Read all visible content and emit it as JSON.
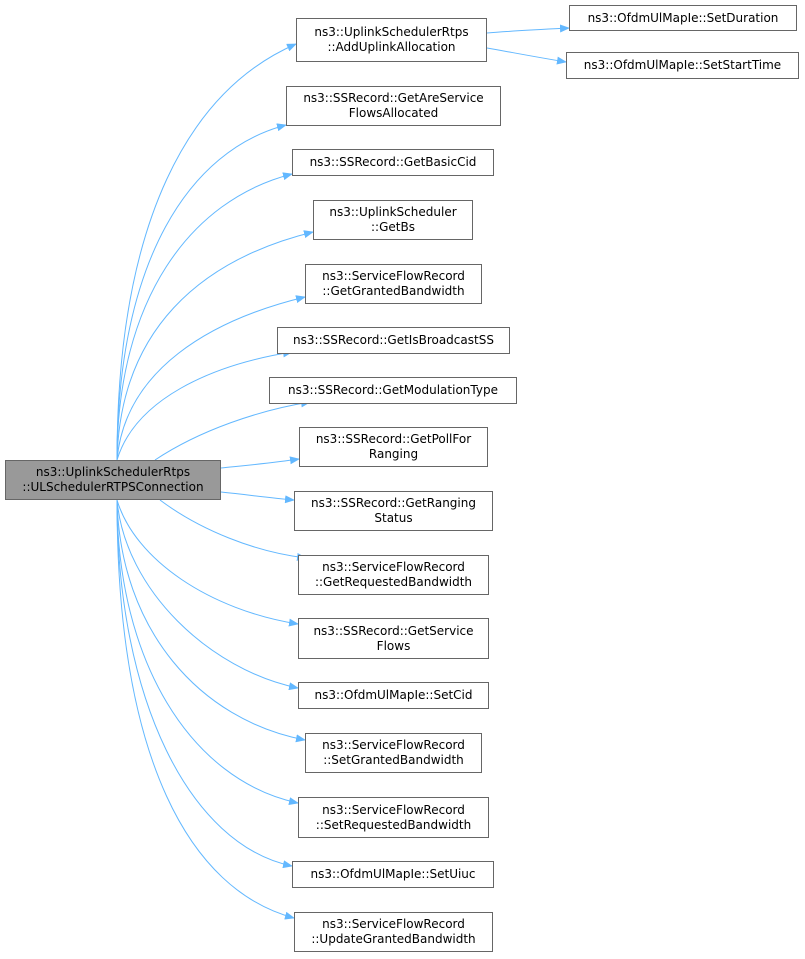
{
  "colors": {
    "edge": "#63b8ff",
    "root_fill": "#999999",
    "node_fill": "#ffffff",
    "node_border": "#666666"
  },
  "root": {
    "line1": "ns3::UplinkSchedulerRtps",
    "line2": "::ULSchedulerRTPSConnection"
  },
  "callees": [
    {
      "line1": "ns3::UplinkSchedulerRtps",
      "line2": "::AddUplinkAllocation"
    },
    {
      "line1": "ns3::SSRecord::GetAreService",
      "line2": "FlowsAllocated"
    },
    {
      "line1": "ns3::SSRecord::GetBasicCid",
      "line2": ""
    },
    {
      "line1": "ns3::UplinkScheduler",
      "line2": "::GetBs"
    },
    {
      "line1": "ns3::ServiceFlowRecord",
      "line2": "::GetGrantedBandwidth"
    },
    {
      "line1": "ns3::SSRecord::GetIsBroadcastSS",
      "line2": ""
    },
    {
      "line1": "ns3::SSRecord::GetModulationType",
      "line2": ""
    },
    {
      "line1": "ns3::SSRecord::GetPollFor",
      "line2": "Ranging"
    },
    {
      "line1": "ns3::SSRecord::GetRanging",
      "line2": "Status"
    },
    {
      "line1": "ns3::ServiceFlowRecord",
      "line2": "::GetRequestedBandwidth"
    },
    {
      "line1": "ns3::SSRecord::GetService",
      "line2": "Flows"
    },
    {
      "line1": "ns3::OfdmUlMapIe::SetCid",
      "line2": ""
    },
    {
      "line1": "ns3::ServiceFlowRecord",
      "line2": "::SetGrantedBandwidth"
    },
    {
      "line1": "ns3::ServiceFlowRecord",
      "line2": "::SetRequestedBandwidth"
    },
    {
      "line1": "ns3::OfdmUlMapIe::SetUiuc",
      "line2": ""
    },
    {
      "line1": "ns3::ServiceFlowRecord",
      "line2": "::UpdateGrantedBandwidth"
    }
  ],
  "second_level": [
    {
      "line1": "ns3::OfdmUlMapIe::SetDuration",
      "line2": ""
    },
    {
      "line1": "ns3::OfdmUlMapIe::SetStartTime",
      "line2": ""
    }
  ]
}
